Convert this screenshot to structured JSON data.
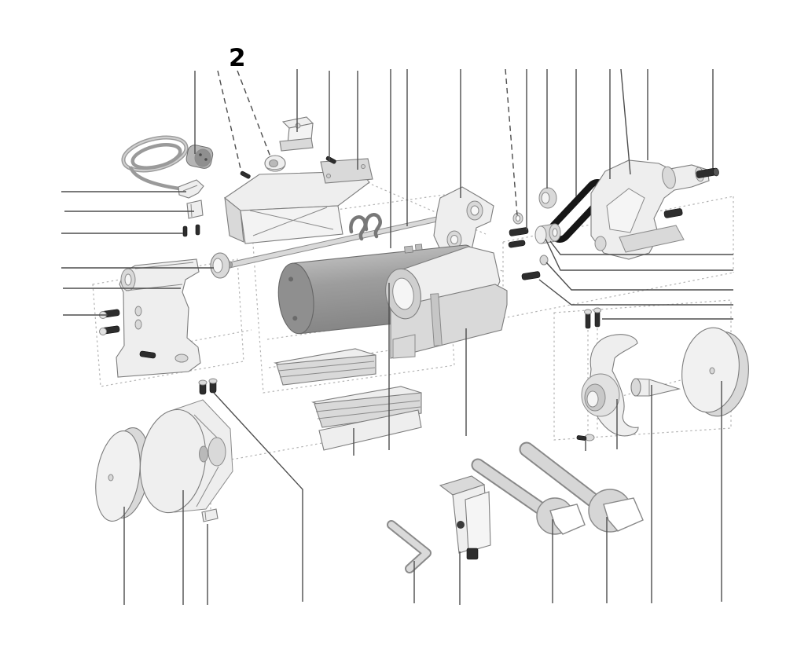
{
  "figure": {
    "type": "exploded-parts-diagram",
    "subject": "bench grinder / polisher exploded view with leader lines and tools",
    "callout": {
      "label": "2"
    }
  },
  "colors": {
    "background": "#ffffff",
    "line_art": "#4a4a4a",
    "leader_line": "#4d4d4d",
    "guide_dots": "#b3b3b3",
    "fill_light": "#eeeeee",
    "fill_mid": "#d9d9d9",
    "fill_dark": "#a8a8a8",
    "belt": "#161616",
    "hardware": "#2d2d2d"
  }
}
